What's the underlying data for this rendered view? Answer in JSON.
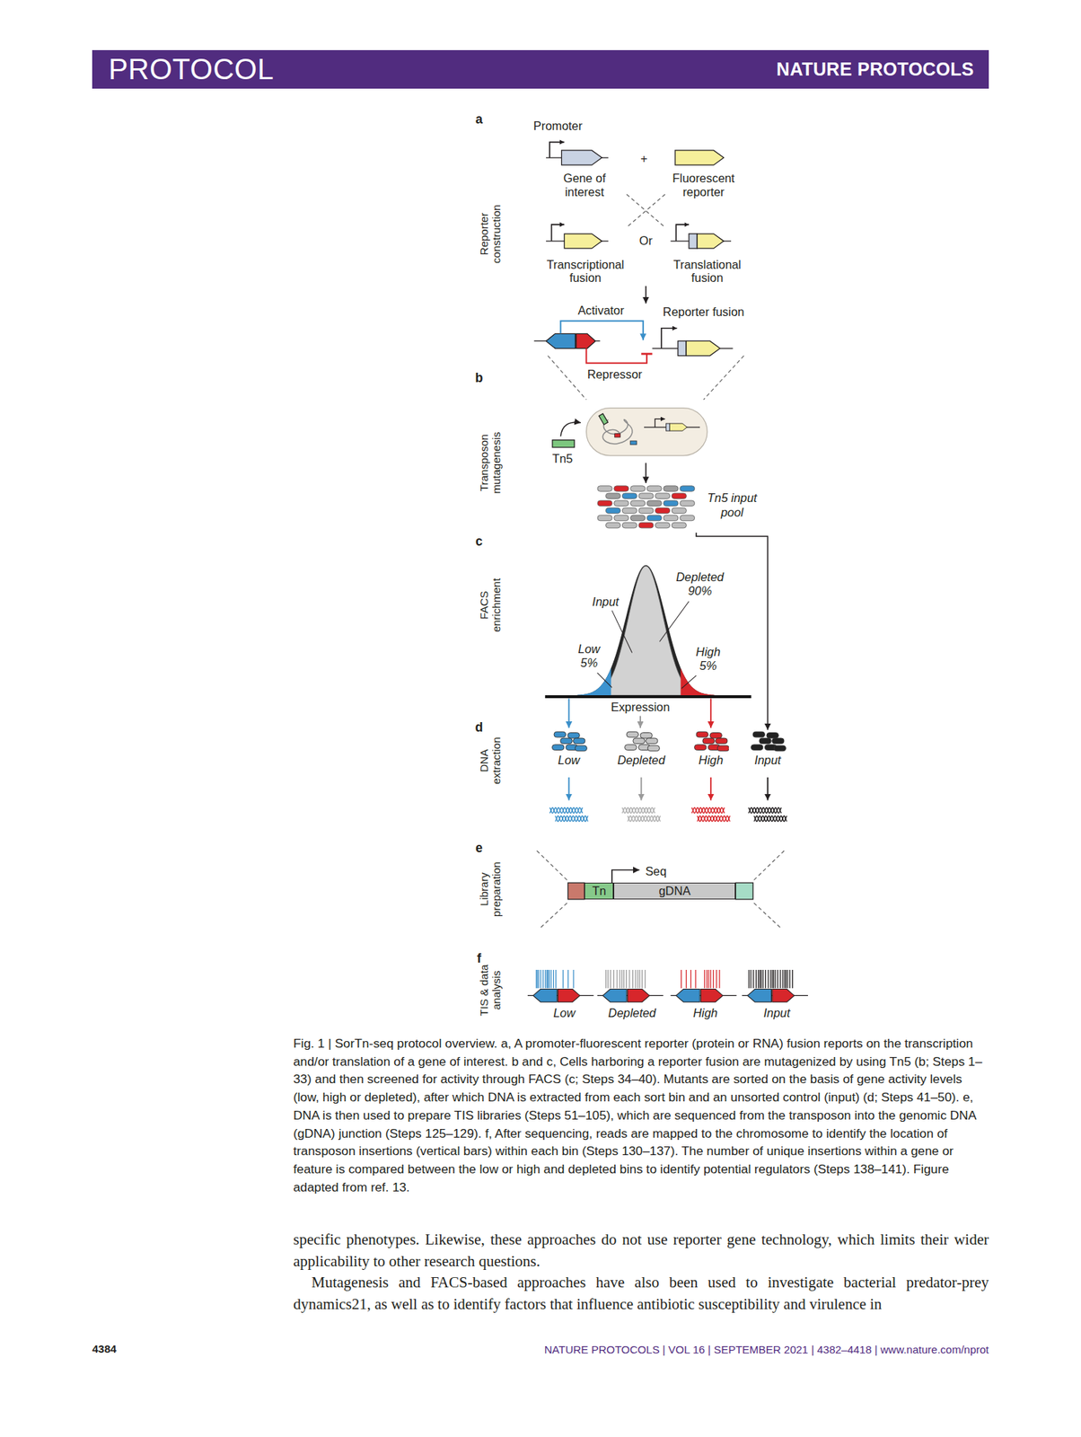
{
  "diagram": {
    "caption": "Fig. 1 | SorTn-seq protocol overview. a, A promoter-fluorescent reporter (protein or RNA) fusion reports on the transcription and/or translation of a gene of interest. b and c, Cells harboring a reporter fusion are mutagenized by using Tn5 (b; Steps 1–33) and then screened for activity through FACS (c; Steps 34–40). Mutants are sorted on the basis of gene activity levels (low, high or depleted), after which DNA is extracted from each sort bin and an unsorted control (input) (d; Steps 41–50). e, DNA is then used to prepare TIS libraries (Steps 51–105), which are sequenced from the transposon into the genomic DNA (gDNA) junction (Steps 125–129). f, After sequencing, reads are mapped to the chromosome to identify the location of transposon insertions (vertical bars) within each bin (Steps 130–137). The number of unique insertions within a gene or feature is compared between the low or high and depleted bins to identify potential regulators (Steps 138–141). Figure adapted from ref. 13.",
    "nodes": [
      {
        "text": [
          "PROTOCOL",
          "NATURE PROTOCOLS"
        ]
      },
      {
        "text": [
          "Tn5 input pool"
        ]
      },
      {
        "text": [
          "Low"
        ]
      },
      {
        "text": [
          "Depleted"
        ]
      },
      {
        "text": [
          "High"
        ]
      },
      {
        "text": [
          "Input"
        ]
      },
      {
        "text": [
          "Tn"
        ]
      },
      {
        "text": [
          "gDNA"
        ]
      }
    ],
    "edges": [
      {
        "from": 1,
        "to": 5,
        "arrow": "to"
      }
    ],
    "labels": [
      "a",
      "Reporter construction",
      "Promoter",
      "+",
      "Gene of interest",
      "Fluorescent reporter",
      "Or",
      "Transcriptional fusion",
      "Translational fusion",
      "Activator",
      "Reporter fusion",
      "Repressor",
      "b",
      "Transposon mutagenesis",
      "Tn5",
      "c",
      "FACS enrichment",
      "Input",
      "Depleted 90%",
      "Low 5%",
      "High 5%",
      "Expression",
      "d",
      "DNA extraction",
      "e",
      "Library preparation",
      "Seq",
      "f",
      "TIS & data analysis",
      "Low",
      "Depleted",
      "High",
      "Input",
      "specific phenotypes. Likewise, these approaches do not use reporter gene technology, which limits their wider applicability to other research questions.",
      "Mutagenesis and FACS-based approaches have also been used to investigate bacterial predator-prey dynamics21, as well as to identify factors that influence antibiotic susceptibility and virulence in",
      "4384",
      "NATURE PROTOCOLS | VOL 16 | SEPTEMBER 2021 | 4382–4418 | www.nature.com/nprot"
    ]
  }
}
